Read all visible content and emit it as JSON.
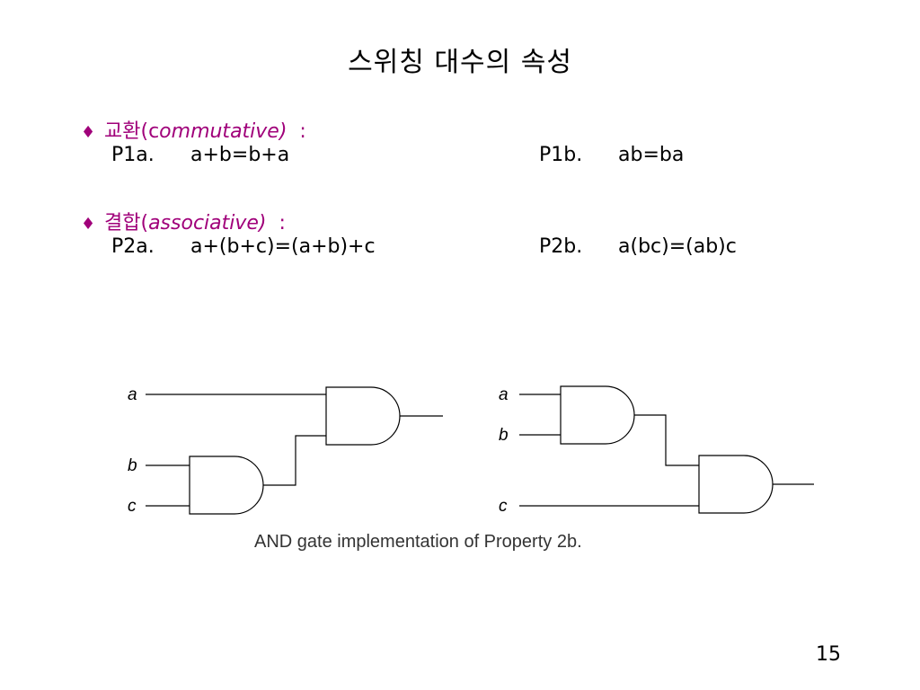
{
  "slide": {
    "title": "스위칭 대수의 속성",
    "page_number": "15"
  },
  "sections": [
    {
      "bullet": "♦",
      "term_ko": "교환(c",
      "term_en": "ommutative)",
      "colon": ":",
      "props": [
        {
          "label": "P1a.",
          "formula": "a+b=b+a"
        },
        {
          "label": "P1b.",
          "formula": "ab=ba"
        }
      ]
    },
    {
      "bullet": "♦",
      "term_ko": "결합(",
      "term_en": "associative)",
      "colon": ":",
      "props": [
        {
          "label": "P2a.",
          "formula": "a+(b+c)=(a+b)+c"
        },
        {
          "label": "P2b.",
          "formula": "a(bc)=(ab)c"
        }
      ]
    }
  ],
  "diagram": {
    "caption": "AND gate implementation of Property 2b.",
    "left_inputs": [
      "a",
      "b",
      "c"
    ],
    "right_inputs": [
      "a",
      "b",
      "c"
    ]
  }
}
